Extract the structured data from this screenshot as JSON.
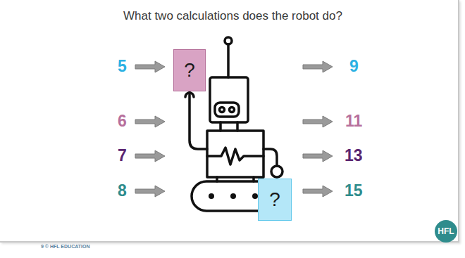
{
  "diagram": {
    "title": "What two calculations does the robot do?",
    "nodes": [
      {
        "text": [
          "?"
        ]
      },
      {
        "text": [
          "?"
        ]
      },
      {
        "text": [
          "HFL"
        ]
      }
    ],
    "labels": [
      "5",
      "9",
      "6",
      "11",
      "7",
      "13",
      "8",
      "15",
      "9 © HFL EDUCATION"
    ]
  }
}
